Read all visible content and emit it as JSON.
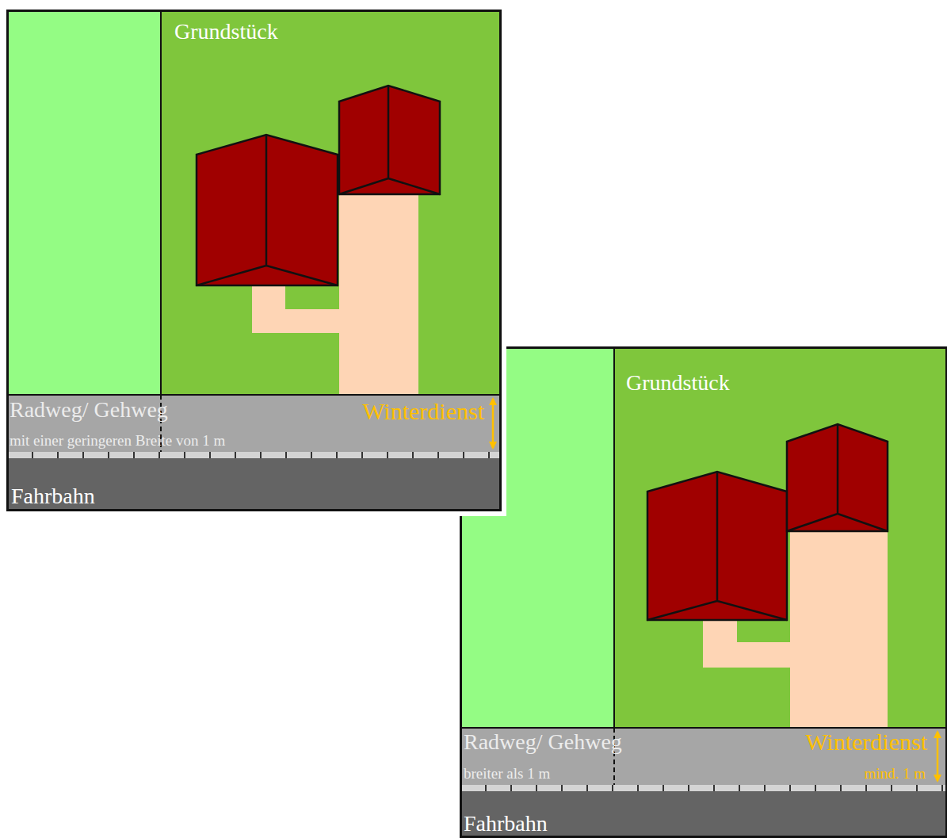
{
  "diagram": {
    "nodes": [
      {
        "text": [
          "Grundstück"
        ]
      },
      {
        "text": [
          "Radweg/ Gehweg",
          "mit einer geringeren Breite von 1 m",
          "Winterdienst"
        ]
      },
      {
        "text": [
          "Fahrbahn"
        ]
      },
      {
        "text": [
          "Grundstück"
        ]
      },
      {
        "text": [
          "Radweg/ Gehweg",
          "breiter als 1 m",
          "Winterdienst",
          "mind. 1 m"
        ]
      },
      {
        "text": [
          "Fahrbahn"
        ]
      }
    ]
  }
}
